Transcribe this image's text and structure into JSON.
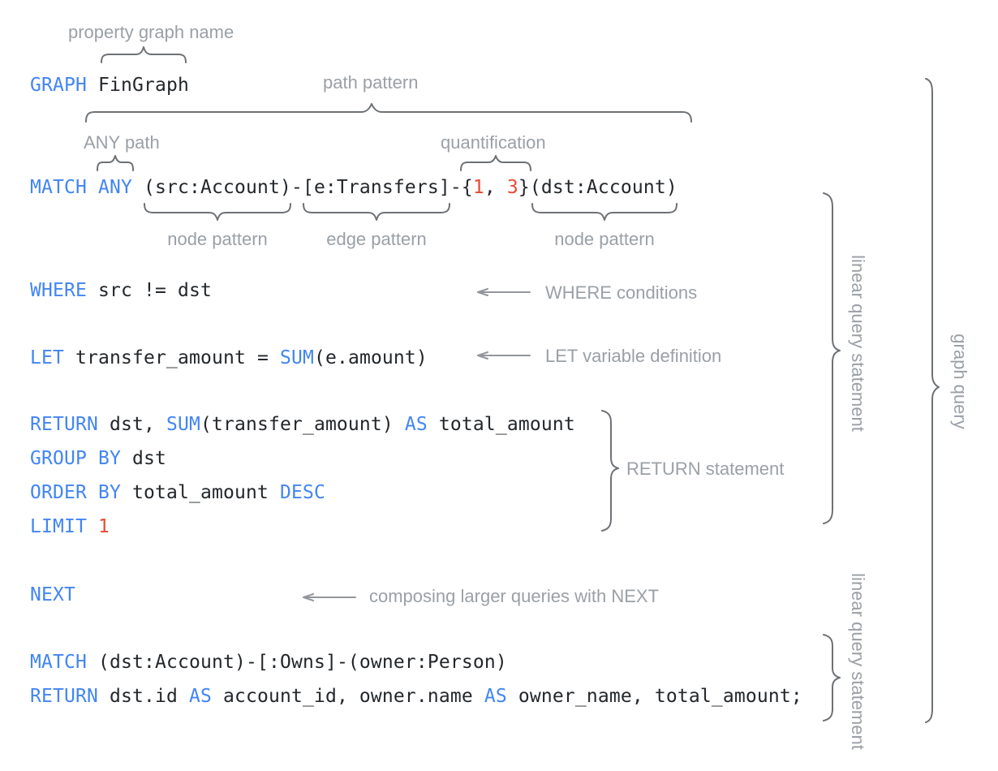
{
  "palette": {
    "background": "#ffffff",
    "keyword": "#4285F4",
    "code": "#23272b",
    "number": "#E84A33",
    "label": "#9AA0A6",
    "brace": "#6D7175",
    "arrow": "#92969B"
  },
  "code": {
    "lines": [
      {
        "name": "graph-clause",
        "segments": [
          {
            "text": "GRAPH",
            "type": "kw"
          },
          {
            "text": " FinGraph",
            "type": "tx"
          }
        ]
      },
      {
        "name": "match-clause",
        "segments": [
          {
            "text": "MATCH ANY",
            "type": "kw"
          },
          {
            "text": " (src:Account)-[e:Transfers]-{",
            "type": "tx"
          },
          {
            "text": "1",
            "type": "num"
          },
          {
            "text": ", ",
            "type": "tx"
          },
          {
            "text": "3",
            "type": "num"
          },
          {
            "text": "}(dst:Account)",
            "type": "tx"
          }
        ]
      },
      {
        "name": "where-clause",
        "segments": [
          {
            "text": "WHERE",
            "type": "kw"
          },
          {
            "text": " src != dst",
            "type": "tx"
          }
        ]
      },
      {
        "name": "let-clause",
        "segments": [
          {
            "text": "LET",
            "type": "kw"
          },
          {
            "text": " transfer_amount = ",
            "type": "tx"
          },
          {
            "text": "SUM",
            "type": "kw"
          },
          {
            "text": "(e.amount)",
            "type": "tx"
          }
        ]
      },
      {
        "name": "return-clause",
        "segments": [
          {
            "text": "RETURN",
            "type": "kw"
          },
          {
            "text": " dst, ",
            "type": "tx"
          },
          {
            "text": "SUM",
            "type": "kw"
          },
          {
            "text": "(transfer_amount) ",
            "type": "tx"
          },
          {
            "text": "AS",
            "type": "kw"
          },
          {
            "text": " total_amount",
            "type": "tx"
          }
        ]
      },
      {
        "name": "group-by-clause",
        "segments": [
          {
            "text": "GROUP BY",
            "type": "kw"
          },
          {
            "text": " dst",
            "type": "tx"
          }
        ]
      },
      {
        "name": "order-by-clause",
        "segments": [
          {
            "text": "ORDER BY",
            "type": "kw"
          },
          {
            "text": " total_amount ",
            "type": "tx"
          },
          {
            "text": "DESC",
            "type": "kw"
          }
        ]
      },
      {
        "name": "limit-clause",
        "segments": [
          {
            "text": "LIMIT",
            "type": "kw"
          },
          {
            "text": " ",
            "type": "tx"
          },
          {
            "text": "1",
            "type": "num"
          }
        ]
      },
      {
        "name": "next-clause",
        "segments": [
          {
            "text": "NEXT",
            "type": "kw"
          }
        ]
      },
      {
        "name": "match-clause-2",
        "segments": [
          {
            "text": "MATCH",
            "type": "kw"
          },
          {
            "text": " (dst:Account)-[:Owns]-(owner:Person)",
            "type": "tx"
          }
        ]
      },
      {
        "name": "return-clause-2",
        "segments": [
          {
            "text": "RETURN",
            "type": "kw"
          },
          {
            "text": " dst.id ",
            "type": "tx"
          },
          {
            "text": "AS",
            "type": "kw"
          },
          {
            "text": " account_id, owner.name ",
            "type": "tx"
          },
          {
            "text": "AS",
            "type": "kw"
          },
          {
            "text": " owner_name, total_amount;",
            "type": "tx"
          }
        ]
      }
    ]
  },
  "annotations": {
    "property_graph_name": "property graph name",
    "path_pattern": "path pattern",
    "any_path": "ANY path",
    "quantification": "quantification",
    "node_pattern_src": "node pattern",
    "edge_pattern": "edge pattern",
    "node_pattern_dst": "node pattern",
    "where_conditions": "WHERE conditions",
    "let_variable_definition": "LET variable definition",
    "return_statement": "RETURN statement",
    "composing_next": "composing larger queries with NEXT",
    "linear_query_statement_1": "linear query statement",
    "graph_query": "graph query",
    "linear_query_statement_2": "linear query statement"
  }
}
